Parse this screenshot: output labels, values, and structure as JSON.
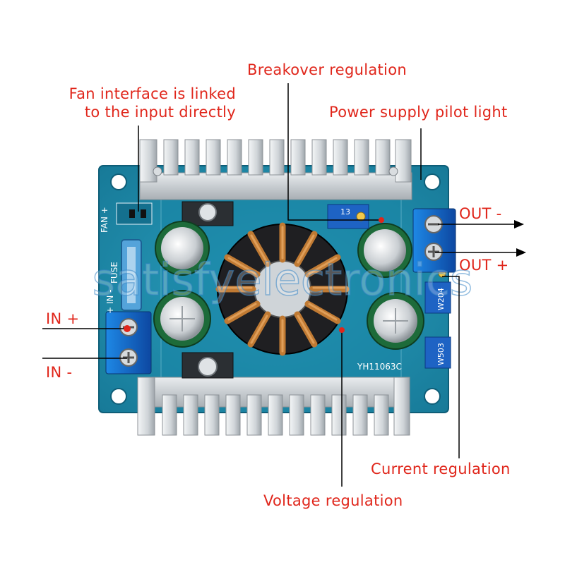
{
  "labels": {
    "breakover": "Breakover regulation",
    "fan_line1": "Fan interface is linked",
    "fan_line2": "to the input directly",
    "pilot": "Power supply pilot light",
    "out_minus": "OUT -",
    "out_plus": "OUT +",
    "in_plus": "IN +",
    "in_minus": "IN -",
    "current": "Current regulation",
    "voltage": "Voltage regulation"
  },
  "board_markings": {
    "fan": "FAN +",
    "fuse": "FUSE",
    "in": "+ IN -",
    "model": "YH11063C",
    "pot_top": "W503",
    "pot_mid": "W204",
    "pot_upper": "13"
  },
  "watermark": "satisfyelectronics",
  "colors": {
    "label_red": "#e0261b",
    "pcb_blue": "#1f8fb0",
    "terminal_blue": "#1565c0",
    "heatsink": "#cfd3d6",
    "copper": "#c07a33"
  }
}
